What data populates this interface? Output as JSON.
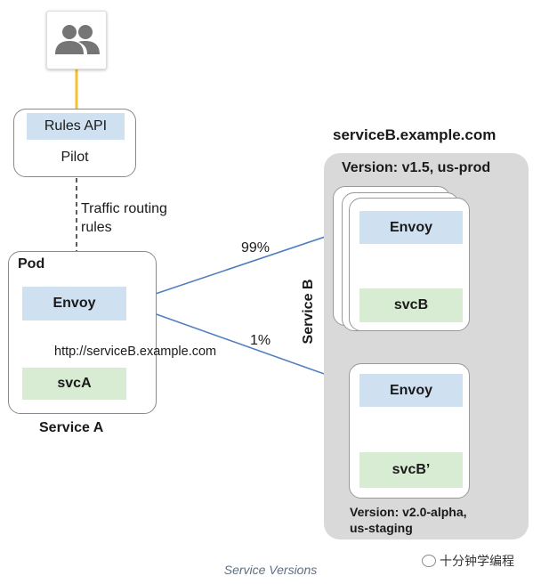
{
  "users_icon": "users-icon",
  "pilot": {
    "rules_api": "Rules API",
    "name": "Pilot"
  },
  "traffic_note": "Traffic routing\nrules",
  "service_a": {
    "pod_label": "Pod",
    "envoy": "Envoy",
    "svc": "svcA",
    "url": "http://serviceB.example.com",
    "caption": "Service A"
  },
  "routes": {
    "primary_pct": "99%",
    "canary_pct": "1%"
  },
  "service_b": {
    "domain": "serviceB.example.com",
    "side_label": "Service B",
    "v1": {
      "title": "Version: v1.5, us-prod",
      "envoy": "Envoy",
      "svc": "svcB"
    },
    "v2": {
      "title": "Version: v2.0-alpha,\nus-staging",
      "envoy": "Envoy",
      "svc": "svcB’"
    }
  },
  "figure_caption": "Service Versions",
  "watermark": "十分钟学编程",
  "colors": {
    "envoy_fill": "#cfe0f1",
    "svc_fill": "#d7ecd3",
    "service_b_bg": "#d9d9d9",
    "arrow": "#4f7fbf",
    "user_link": "#f2c230"
  }
}
